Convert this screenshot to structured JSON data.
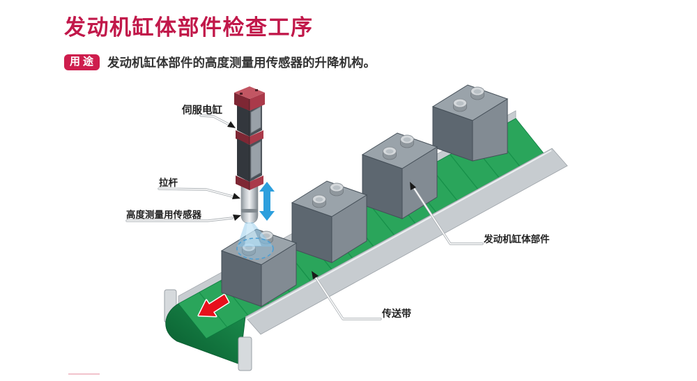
{
  "header": {
    "title": "发动机缸体部件检查工序",
    "title_color": "#c1184a",
    "badge": {
      "label": "用途",
      "bg": "#ce1d4d",
      "fg": "#ffffff"
    },
    "description": "发动机缸体部件的高度测量用传感器的升降机构。"
  },
  "diagram": {
    "labels": {
      "servo_cylinder": "伺服电缸",
      "pull_rod": "拉杆",
      "height_sensor": "高度测量用传感器",
      "engine_block_part": "发动机缸体部件",
      "conveyor_belt": "传送带"
    },
    "colors": {
      "belt_green": "#2aa55b",
      "belt_stripe": "#17914a",
      "belt_end": "#0e6c38",
      "rail_gray": "#c7ccd0",
      "rail_cap": "#d6dadd",
      "block_left_face": "#5d6770",
      "block_right_face": "#828b93",
      "block_top_face": "#9aa3aa",
      "boss_metal": "#d5d9dc",
      "servo_red_dark": "#7e2734",
      "servo_red": "#aa3a4a",
      "servo_body": "#33373d",
      "sensor_beam": "#8cc3e8",
      "motion_arrow_blue": "#2d9fdd",
      "direction_arrow_red": "#e8101c",
      "leader_arrowhead": "#1a1a1a"
    }
  }
}
